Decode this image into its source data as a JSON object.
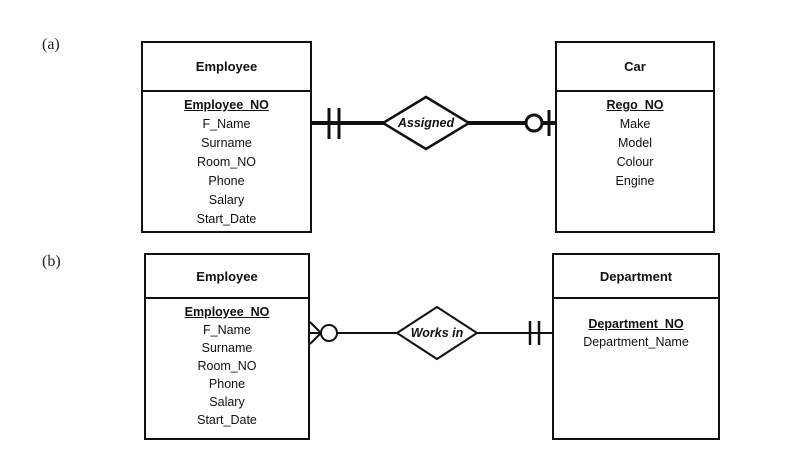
{
  "panels": [
    {
      "label": "(a)",
      "left_entity": {
        "name": "Employee",
        "primary_key": "Employee_NO",
        "attributes": [
          "F_Name",
          "Surname",
          "Room_NO",
          "Phone",
          "Salary",
          "Start_Date"
        ]
      },
      "relationship": "Assigned",
      "right_entity": {
        "name": "Car",
        "primary_key": "Rego_NO",
        "attributes": [
          "Make",
          "Model",
          "Colour",
          "Engine"
        ]
      }
    },
    {
      "label": "(b)",
      "left_entity": {
        "name": "Employee",
        "primary_key": "Employee_NO",
        "attributes": [
          "F_Name",
          "Surname",
          "Room_NO",
          "Phone",
          "Salary",
          "Start_Date"
        ]
      },
      "relationship": "Works in",
      "right_entity": {
        "name": "Department",
        "primary_key": "Department_NO",
        "attributes": [
          "Department_Name"
        ]
      }
    }
  ]
}
